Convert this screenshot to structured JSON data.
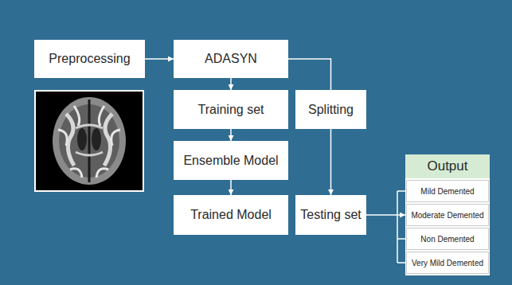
{
  "diagram": {
    "nodes": [
      {
        "text": [
          "Preprocessing"
        ]
      },
      {
        "text": [
          "ADASYN"
        ]
      },
      {
        "text": [
          "Training set"
        ]
      },
      {
        "text": [
          "Splitting"
        ]
      },
      {
        "text": [
          "Ensemble Model"
        ]
      },
      {
        "text": [
          "Trained Model"
        ]
      },
      {
        "text": [
          "Testing set"
        ]
      },
      {
        "text": [
          "Output"
        ]
      },
      {
        "text": [
          "Mild Demented"
        ],
        "in": 7
      },
      {
        "text": [
          "Moderate Demented"
        ],
        "in": 7
      },
      {
        "text": [
          "Non Demented"
        ],
        "in": 7
      },
      {
        "text": [
          "Very Mild Demented"
        ],
        "in": 7
      }
    ],
    "edges": [
      {
        "from": 0,
        "to": 1,
        "arrow": "to"
      },
      {
        "from": 1,
        "to": 2,
        "arrow": "to"
      },
      {
        "from": 1,
        "to": 3,
        "arrow": "none"
      },
      {
        "from": 3,
        "to": 6,
        "arrow": "to"
      },
      {
        "from": 2,
        "to": 4,
        "arrow": "to"
      },
      {
        "from": 4,
        "to": 5,
        "arrow": "to"
      },
      {
        "from": 6,
        "to": 7,
        "arrow": "to"
      }
    ]
  }
}
